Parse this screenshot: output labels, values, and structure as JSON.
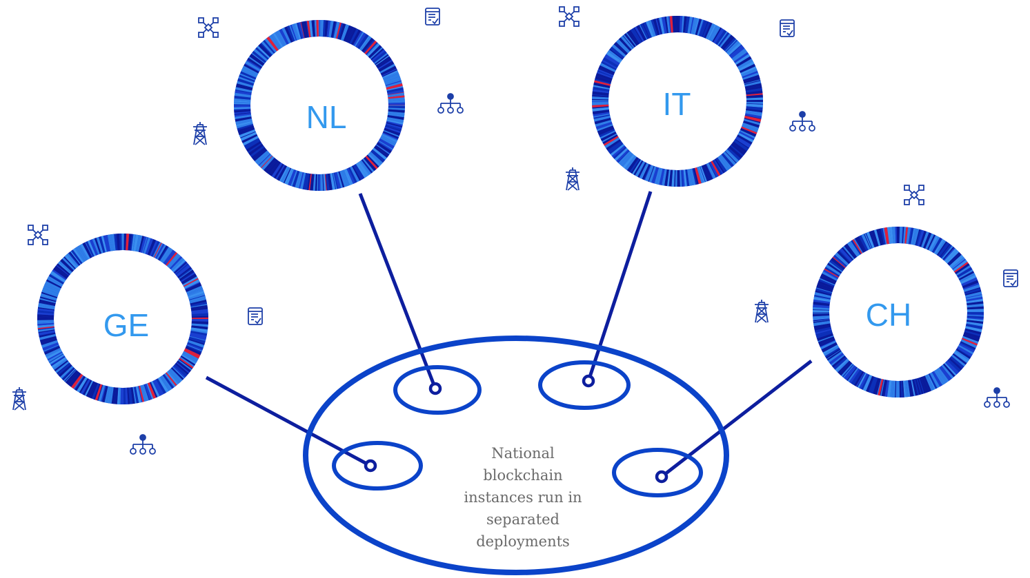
{
  "nodes": [
    {
      "id": "NL",
      "label": "NL"
    },
    {
      "id": "IT",
      "label": "IT"
    },
    {
      "id": "GE",
      "label": "GE"
    },
    {
      "id": "CH",
      "label": "CH"
    }
  ],
  "center": {
    "lines": [
      "National",
      "blockchain",
      "instances run in",
      "separated",
      "deployments"
    ]
  },
  "icons": [
    "network-icon",
    "checklist-icon",
    "hierarchy-icon",
    "power-tower-icon"
  ],
  "colors": {
    "ring_dark": "#0a1a9a",
    "ring_mid": "#1a3fd0",
    "ring_light": "#2f7ee8",
    "ring_accent": "#e0203a",
    "connector": "#0d1e9e",
    "ellipse": "#0b43c9",
    "label": "#3399ee",
    "text": "#6a6a6a"
  }
}
